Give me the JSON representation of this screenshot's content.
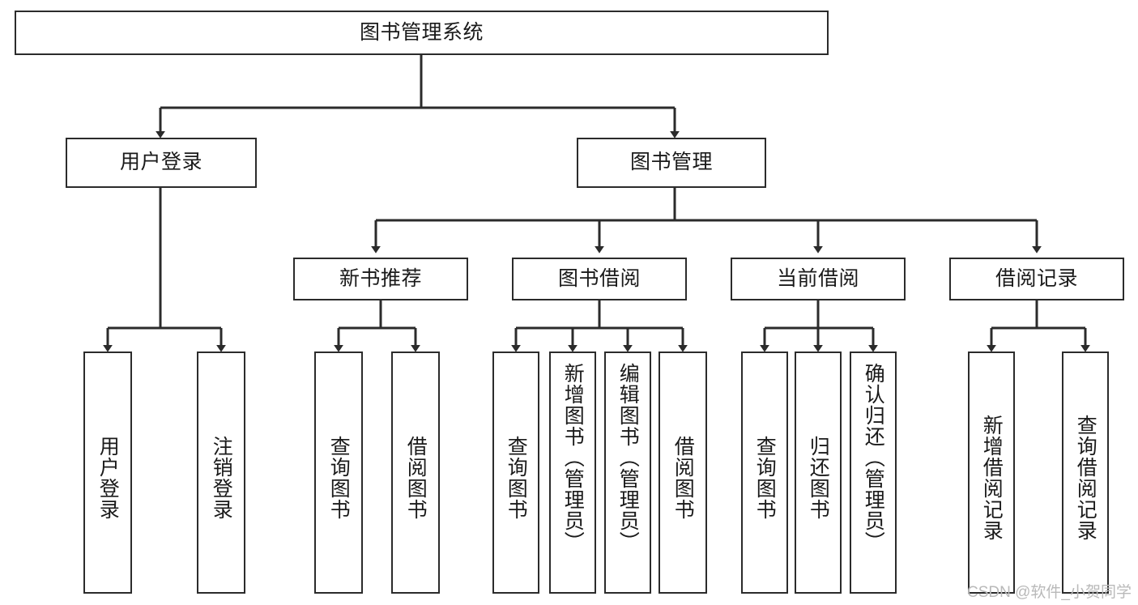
{
  "diagram": {
    "title": "图书管理系统",
    "type": "tree-hierarchy",
    "watermark": "CSDN @软件_小贺同学",
    "colors": {
      "stroke": "#2b2b2b",
      "fill": "#ffffff",
      "text": "#1a1a1a",
      "watermark": "#b9b9b9"
    },
    "nodes": {
      "root": {
        "label": "图书管理系统",
        "level": 0
      },
      "level1": [
        {
          "id": "user-login",
          "label": "用户登录"
        },
        {
          "id": "book-manage",
          "label": "图书管理"
        }
      ],
      "level2": [
        {
          "id": "new-book-rec",
          "label": "新书推荐",
          "parent": "book-manage"
        },
        {
          "id": "book-borrow",
          "label": "图书借阅",
          "parent": "book-manage"
        },
        {
          "id": "current-borrow",
          "label": "当前借阅",
          "parent": "book-manage"
        },
        {
          "id": "borrow-record",
          "label": "借阅记录",
          "parent": "book-manage"
        }
      ],
      "leaves": {
        "user-login": [
          {
            "id": "leaf-user-login",
            "label": "用户登录"
          },
          {
            "id": "leaf-logout",
            "label": "注销登录"
          }
        ],
        "new-book-rec": [
          {
            "id": "leaf-query-book-1",
            "label": "查询图书"
          },
          {
            "id": "leaf-borrow-book-1",
            "label": "借阅图书"
          }
        ],
        "book-borrow": [
          {
            "id": "leaf-query-book-2",
            "label": "查询图书"
          },
          {
            "id": "leaf-add-book",
            "label": "新增图书（管理员）"
          },
          {
            "id": "leaf-edit-book",
            "label": "编辑图书（管理员）"
          },
          {
            "id": "leaf-borrow-book-2",
            "label": "借阅图书"
          }
        ],
        "current-borrow": [
          {
            "id": "leaf-query-book-3",
            "label": "查询图书"
          },
          {
            "id": "leaf-return-book",
            "label": "归还图书"
          },
          {
            "id": "leaf-confirm-return",
            "label": "确认归还（管理员）"
          }
        ],
        "borrow-record": [
          {
            "id": "leaf-add-record",
            "label": "新增借阅记录"
          },
          {
            "id": "leaf-query-record",
            "label": "查询借阅记录"
          }
        ]
      }
    }
  }
}
